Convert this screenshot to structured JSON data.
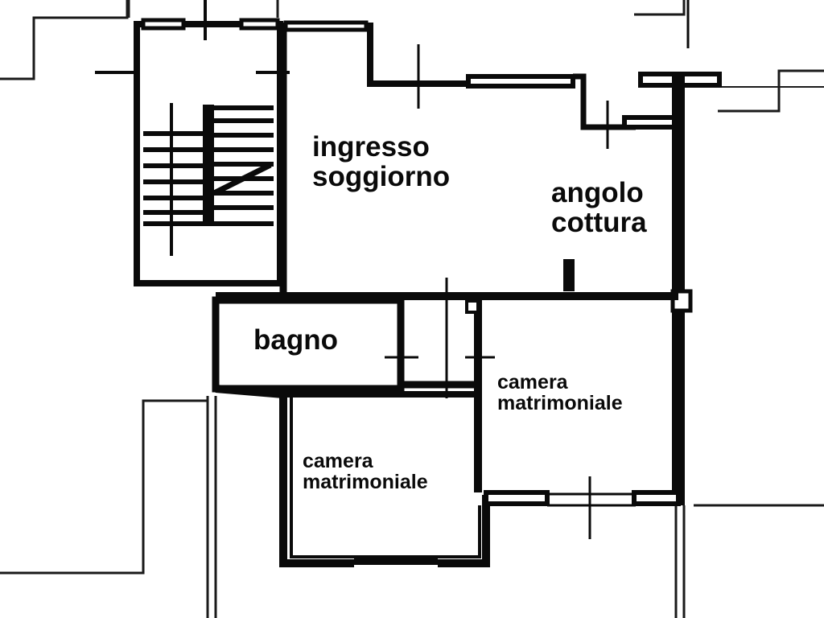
{
  "floor_plan": {
    "colors": {
      "background": "#ffffff",
      "wall": "#0a0a0a",
      "wall_fill": "#ffffff",
      "thin_line": "#1a1a1a"
    },
    "rooms": [
      {
        "id": "ingresso-soggiorno",
        "line1": "ingresso",
        "line2": "soggiorno"
      },
      {
        "id": "angolo-cottura",
        "line1": "angolo",
        "line2": "cottura"
      },
      {
        "id": "bagno",
        "line1": "bagno"
      },
      {
        "id": "camera-matrimoniale-right",
        "line1": "camera",
        "line2": "matrimoniale"
      },
      {
        "id": "camera-matrimoniale-bottom",
        "line1": "camera",
        "line2": "matrimoniale"
      }
    ],
    "features": {
      "staircase": "stairs-icon"
    }
  }
}
